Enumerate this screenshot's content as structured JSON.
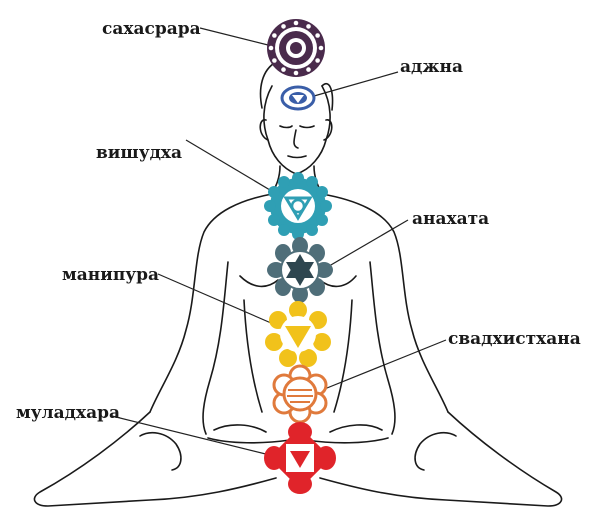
{
  "labels": {
    "sahasrara": "сахасрара",
    "ajna": "аджна",
    "vishuddha": "вишудха",
    "anahata": "анахата",
    "manipura": "манипура",
    "svadhisthana": "свадхистхана",
    "muladhara": "муладхара"
  },
  "colors": {
    "sahasrara": "#4a2b4c",
    "ajna": "#3a5ea8",
    "vishuddha": "#2f9fb4",
    "anahata": "#4f6e79",
    "manipura": "#f1c21b",
    "svadhisthana": "#e07a3c",
    "muladhara": "#e0242a"
  }
}
